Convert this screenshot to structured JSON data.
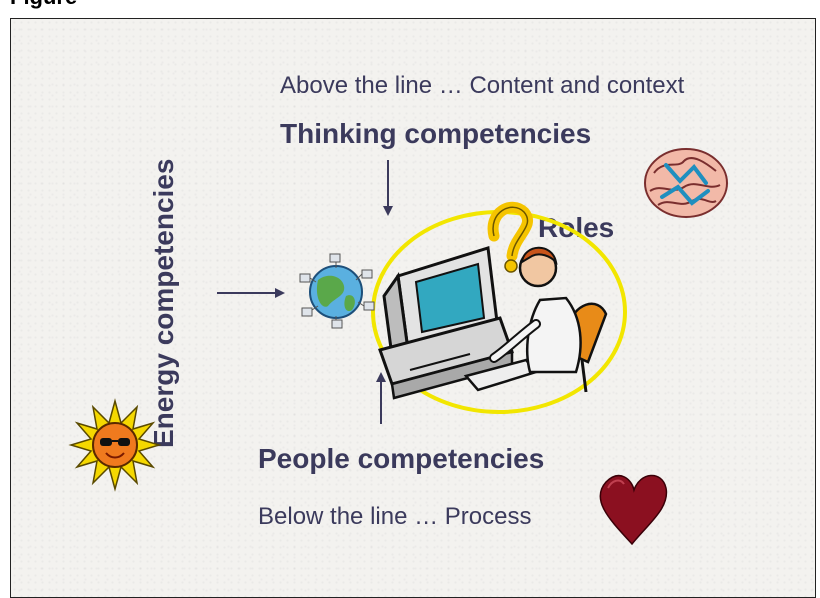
{
  "header": {
    "title": "Figure"
  },
  "diagram": {
    "above_line": "Above the line … Content and context",
    "thinking": "Thinking competencies",
    "roles": "Roles",
    "energy": "Energy competencies",
    "people": "People competencies",
    "below_line": "Below the line … Process"
  },
  "icons": [
    "brain-icon",
    "globe-icon",
    "computer-user-icon",
    "question-mark-icon",
    "sun-icon",
    "heart-icon"
  ],
  "colors": {
    "text": "#3b3a5c",
    "ellipse": "#f2e600",
    "heart": "#8b1020",
    "sun": "#f5d800"
  }
}
